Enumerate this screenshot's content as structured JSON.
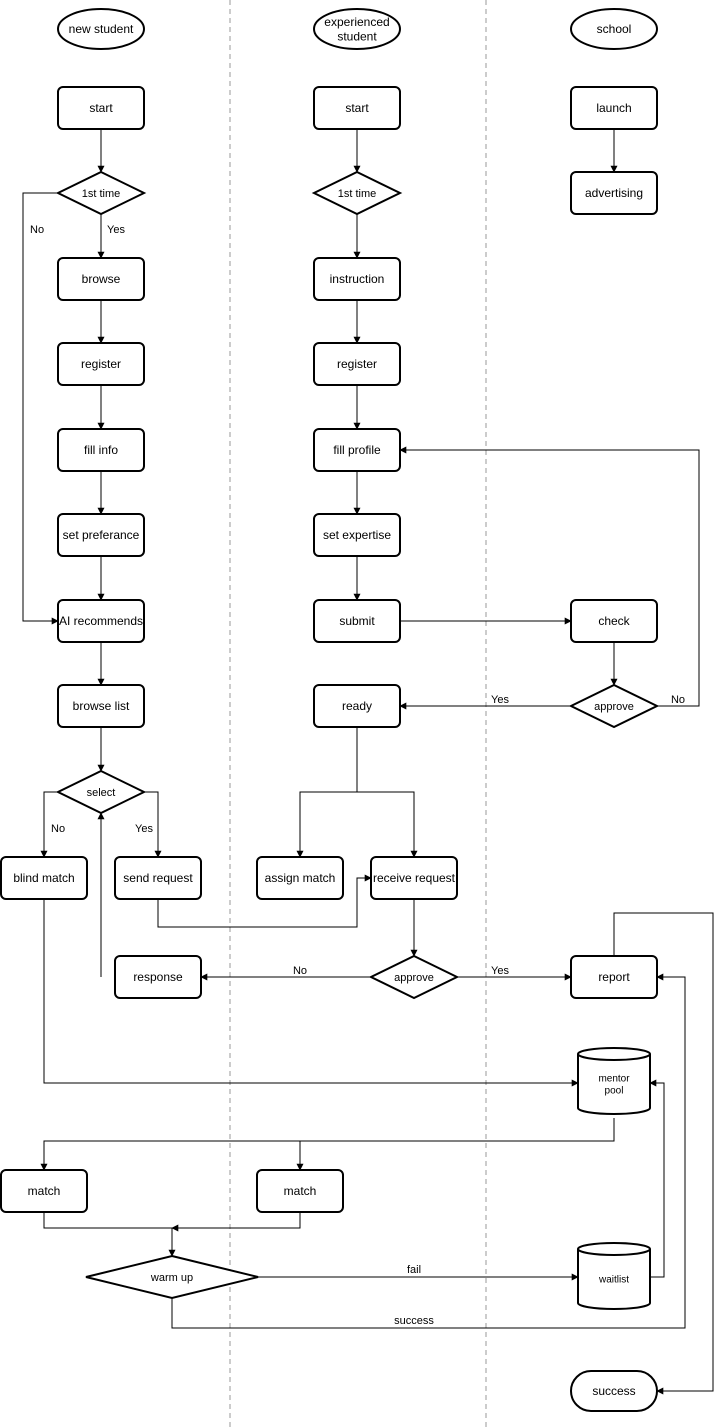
{
  "lanes": [
    {
      "id": "new",
      "label": "new student"
    },
    {
      "id": "exp",
      "label": "experienced\nstudent"
    },
    {
      "id": "school",
      "label": "school"
    }
  ],
  "nodes": [
    {
      "id": "n_start",
      "label": "start",
      "shape": "process"
    },
    {
      "id": "n_first",
      "label": "1st time",
      "shape": "decision"
    },
    {
      "id": "n_browse",
      "label": "browse",
      "shape": "process"
    },
    {
      "id": "n_register",
      "label": "register",
      "shape": "process"
    },
    {
      "id": "n_fill",
      "label": "fill info",
      "shape": "process"
    },
    {
      "id": "n_pref",
      "label": "set preferance",
      "shape": "process"
    },
    {
      "id": "n_ai",
      "label": "AI recommends",
      "shape": "process"
    },
    {
      "id": "n_list",
      "label": "browse list",
      "shape": "process"
    },
    {
      "id": "n_select",
      "label": "select",
      "shape": "decision"
    },
    {
      "id": "n_blind",
      "label": "blind match",
      "shape": "process"
    },
    {
      "id": "n_send",
      "label": "send request",
      "shape": "process"
    },
    {
      "id": "n_response",
      "label": "response",
      "shape": "process"
    },
    {
      "id": "n_match1",
      "label": "match",
      "shape": "process"
    },
    {
      "id": "n_match2",
      "label": "match",
      "shape": "process"
    },
    {
      "id": "n_warm",
      "label": "warm up",
      "shape": "decision"
    },
    {
      "id": "e_start",
      "label": "start",
      "shape": "process"
    },
    {
      "id": "e_first",
      "label": "1st time",
      "shape": "decision"
    },
    {
      "id": "e_instr",
      "label": "instruction",
      "shape": "process"
    },
    {
      "id": "e_register",
      "label": "register",
      "shape": "process"
    },
    {
      "id": "e_profile",
      "label": "fill profile",
      "shape": "process"
    },
    {
      "id": "e_expertise",
      "label": "set expertise",
      "shape": "process"
    },
    {
      "id": "e_submit",
      "label": "submit",
      "shape": "process"
    },
    {
      "id": "e_ready",
      "label": "ready",
      "shape": "process"
    },
    {
      "id": "e_assign",
      "label": "assign match",
      "shape": "process"
    },
    {
      "id": "e_receive",
      "label": "receive request",
      "shape": "process"
    },
    {
      "id": "e_approve",
      "label": "approve",
      "shape": "decision"
    },
    {
      "id": "s_launch",
      "label": "launch",
      "shape": "process"
    },
    {
      "id": "s_adv",
      "label": "advertising",
      "shape": "process"
    },
    {
      "id": "s_check",
      "label": "check",
      "shape": "process"
    },
    {
      "id": "s_approve",
      "label": "approve",
      "shape": "decision"
    },
    {
      "id": "s_report",
      "label": "report",
      "shape": "process"
    },
    {
      "id": "s_pool",
      "label": "mentor\npool",
      "shape": "database"
    },
    {
      "id": "s_wait",
      "label": "waitlist",
      "shape": "database"
    },
    {
      "id": "s_success",
      "label": "success",
      "shape": "terminal"
    }
  ],
  "edges": [
    {
      "from": "n_start",
      "to": "n_first",
      "label": ""
    },
    {
      "from": "n_first",
      "to": "n_browse",
      "label": "Yes"
    },
    {
      "from": "n_first",
      "to": "n_ai",
      "label": "No"
    },
    {
      "from": "n_browse",
      "to": "n_register",
      "label": ""
    },
    {
      "from": "n_register",
      "to": "n_fill",
      "label": ""
    },
    {
      "from": "n_fill",
      "to": "n_pref",
      "label": ""
    },
    {
      "from": "n_pref",
      "to": "n_ai",
      "label": ""
    },
    {
      "from": "n_ai",
      "to": "n_list",
      "label": ""
    },
    {
      "from": "n_list",
      "to": "n_select",
      "label": ""
    },
    {
      "from": "n_select",
      "to": "n_blind",
      "label": "No"
    },
    {
      "from": "n_select",
      "to": "n_send",
      "label": "Yes"
    },
    {
      "from": "n_send",
      "to": "e_receive",
      "label": ""
    },
    {
      "from": "n_response",
      "to": "n_select",
      "label": ""
    },
    {
      "from": "n_blind",
      "to": "s_pool",
      "label": ""
    },
    {
      "from": "s_pool",
      "to": "n_match1",
      "label": ""
    },
    {
      "from": "s_pool",
      "to": "n_match2",
      "label": ""
    },
    {
      "from": "n_match1",
      "to": "n_warm",
      "label": ""
    },
    {
      "from": "n_match2",
      "to": "n_warm",
      "label": ""
    },
    {
      "from": "n_warm",
      "to": "s_wait",
      "label": "fail"
    },
    {
      "from": "n_warm",
      "to": "s_report",
      "label": "success"
    },
    {
      "from": "s_wait",
      "to": "s_pool",
      "label": ""
    },
    {
      "from": "e_start",
      "to": "e_first",
      "label": ""
    },
    {
      "from": "e_first",
      "to": "e_instr",
      "label": ""
    },
    {
      "from": "e_instr",
      "to": "e_register",
      "label": ""
    },
    {
      "from": "e_register",
      "to": "e_profile",
      "label": ""
    },
    {
      "from": "e_profile",
      "to": "e_expertise",
      "label": ""
    },
    {
      "from": "e_expertise",
      "to": "e_submit",
      "label": ""
    },
    {
      "from": "e_submit",
      "to": "s_check",
      "label": ""
    },
    {
      "from": "s_check",
      "to": "s_approve",
      "label": ""
    },
    {
      "from": "s_approve",
      "to": "e_ready",
      "label": "Yes"
    },
    {
      "from": "s_approve",
      "to": "e_profile",
      "label": "No"
    },
    {
      "from": "e_ready",
      "to": "e_assign",
      "label": ""
    },
    {
      "from": "e_ready",
      "to": "e_receive",
      "label": ""
    },
    {
      "from": "e_receive",
      "to": "e_approve",
      "label": ""
    },
    {
      "from": "e_approve",
      "to": "n_response",
      "label": "No"
    },
    {
      "from": "e_approve",
      "to": "s_report",
      "label": "Yes"
    },
    {
      "from": "s_launch",
      "to": "s_adv",
      "label": ""
    },
    {
      "from": "s_report",
      "to": "s_success",
      "label": ""
    }
  ]
}
